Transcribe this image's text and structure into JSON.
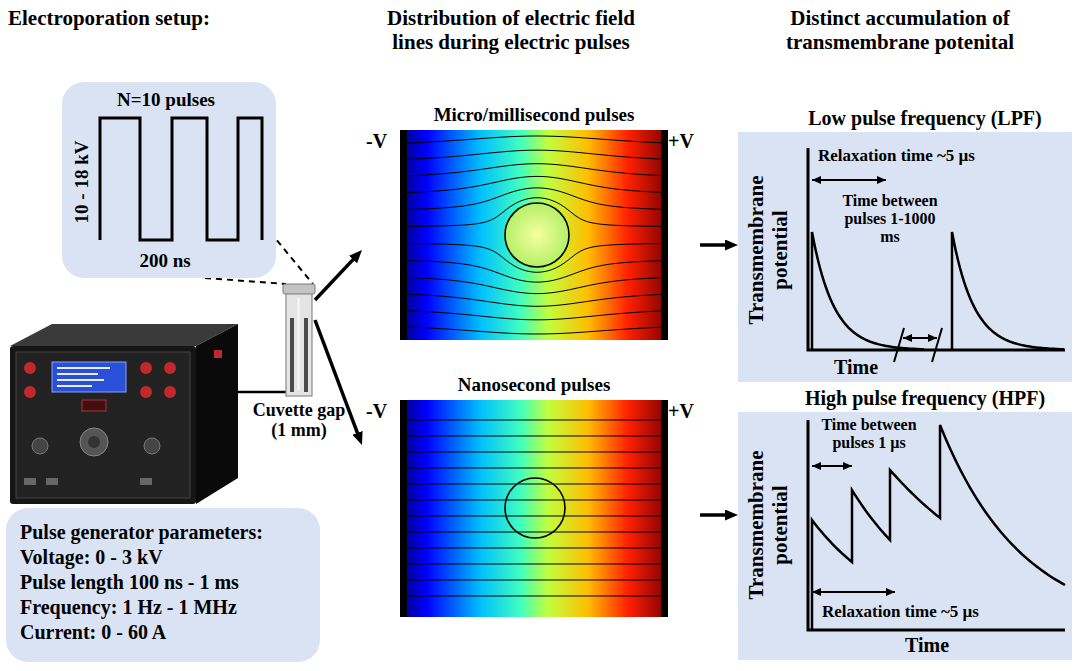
{
  "diagram": {
    "nodes": [
      {
        "text": [
          "N=10 pulses",
          "10 - 18 kV",
          "200 ns"
        ]
      },
      {
        "text": [
          "Cuvette gap (1 mm)"
        ]
      },
      {
        "text": [
          "Pulse generator parameters:",
          "Voltage: 0 - 3 kV",
          "Pulse length 100 ns - 1 ms",
          "Frequency: 1 Hz - 1 MHz",
          "Current: 0 - 60 A"
        ]
      },
      {
        "text": [
          "Micro/millisecond pulses",
          "-V",
          "+V"
        ]
      },
      {
        "text": [
          "Nanosecond pulses",
          "-V",
          "+V"
        ]
      },
      {
        "text": [
          "Low pulse frequency (LPF)",
          "Transmembrane potential",
          "Relaxation time ~5 µs",
          "Time between pulses 1-1000 ms",
          "Time"
        ]
      },
      {
        "text": [
          "High pulse frequency (HPF)",
          "Transmembrane potential",
          "Time between pulses 1 µs",
          "Relaxation time ~5 µs",
          "Time"
        ]
      }
    ],
    "edges": [
      {
        "from": 0,
        "to": 1,
        "arrow": "none"
      },
      {
        "from": 1,
        "to": 3,
        "arrow": "to"
      },
      {
        "from": 1,
        "to": 4,
        "arrow": "to"
      },
      {
        "from": 3,
        "to": 5,
        "arrow": "to"
      },
      {
        "from": 4,
        "to": 6,
        "arrow": "to"
      }
    ],
    "labels": [
      "Electroporation setup:",
      "Distribution of electric field lines during electric pulses",
      "Distinct accumulation of transmembrane potenital"
    ]
  }
}
